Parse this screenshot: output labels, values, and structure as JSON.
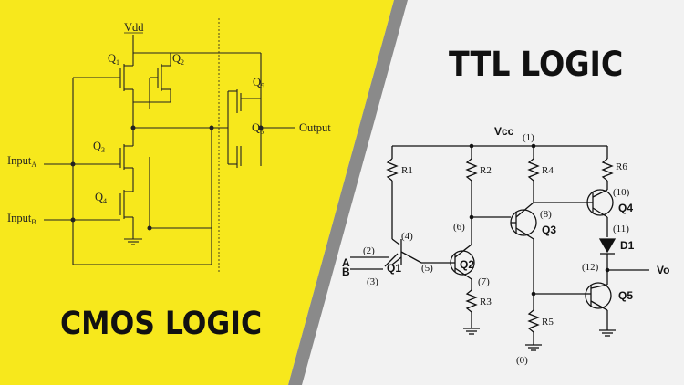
{
  "titles": {
    "cmos": "CMOS LOGIC",
    "ttl": "TTL LOGIC"
  },
  "cmos_circuit": {
    "vdd": "Vdd",
    "q1": "Q",
    "q1_sub": "1",
    "q2": "Q",
    "q2_sub": "2",
    "q3": "Q",
    "q3_sub": "3",
    "q4": "Q",
    "q4_sub": "4",
    "q5": "Q",
    "q5_sub": "5",
    "q6": "Q",
    "q6_sub": "6",
    "input_a": "Input",
    "input_a_sub": "A",
    "input_b": "Input",
    "input_b_sub": "B",
    "output": "Output"
  },
  "ttl_circuit": {
    "vcc": "Vcc",
    "n1": "(1)",
    "r1": "R1",
    "r2": "R2",
    "r3": "R3",
    "r4": "R4",
    "r5": "R5",
    "r6": "R6",
    "q1": "Q1",
    "q2": "Q2",
    "q3": "Q3",
    "q4": "Q4",
    "q5": "Q5",
    "d1": "D1",
    "in_a": "A",
    "in_b": "B",
    "n2": "(2)",
    "n3": "(3)",
    "n4": "(4)",
    "n5": "(5)",
    "n6": "(6)",
    "n7": "(7)",
    "n8": "(8)",
    "n10": "(10)",
    "n11": "(11)",
    "n12": "(12)",
    "n0": "(0)",
    "vo": "Vo"
  },
  "colors": {
    "left_panel": "#f7e81c",
    "right_panel": "#f2f2f2",
    "divider": "#8a8a8a",
    "wire": "#111111"
  }
}
